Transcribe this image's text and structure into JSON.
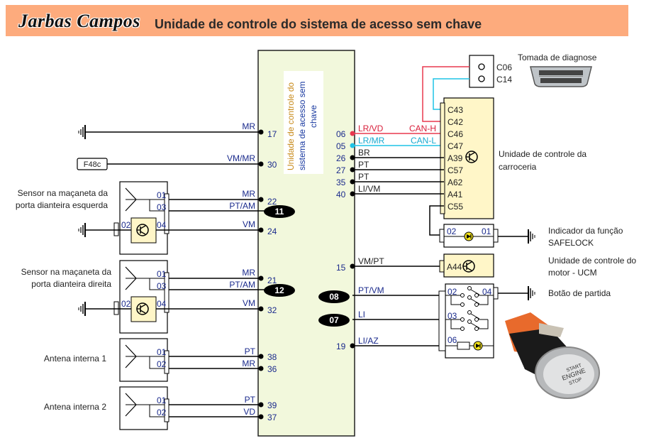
{
  "header": {
    "brand": "Jarbas Campos",
    "title": "Unidade de controle do sistema de acesso sem chave"
  },
  "colors": {
    "banner": "#fdab7d",
    "ecu_fill": "#f2f8dc",
    "module_fill": "#fff6c8",
    "can_h": "#e8384f",
    "can_l": "#1fc3e6",
    "wire": "#000000",
    "label_blue": "#1a2a8c",
    "label_red": "#d81e3a",
    "label_cyan": "#16a9cf",
    "led_yellow": "#f2e21c"
  },
  "ecu": {
    "label_lines": [
      "Unidade de controle do",
      "sistema de acesso sem",
      "chave"
    ]
  },
  "left_wires": [
    {
      "pin": "17",
      "color_code": "MR",
      "source": "ground"
    },
    {
      "pin": "30",
      "color_code": "VM/MR",
      "source": "F48c"
    },
    {
      "pin": "22",
      "color_code": "MR",
      "source": "sensor-left-01"
    },
    {
      "pin": "11",
      "color_code": "PT/AM",
      "source": "sensor-left-03",
      "badge": true
    },
    {
      "pin": "24",
      "color_code": "VM",
      "source": "sensor-left-04"
    },
    {
      "pin": "21",
      "color_code": "MR",
      "source": "sensor-right-01"
    },
    {
      "pin": "12",
      "color_code": "PT/AM",
      "source": "sensor-right-03",
      "badge": true
    },
    {
      "pin": "32",
      "color_code": "VM",
      "source": "sensor-right-04"
    },
    {
      "pin": "38",
      "color_code": "PT",
      "source": "antenna1-01"
    },
    {
      "pin": "36",
      "color_code": "MR",
      "source": "antenna1-02"
    },
    {
      "pin": "39",
      "color_code": "PT",
      "source": "antenna2-01"
    },
    {
      "pin": "37",
      "color_code": "VD",
      "source": "antenna2-02"
    }
  ],
  "fuse": {
    "label": "F48c"
  },
  "components_left": [
    {
      "label_lines": [
        "Sensor na maçaneta da",
        "porta dianteira esquerda"
      ],
      "pins": [
        "01",
        "03",
        "02",
        "04"
      ]
    },
    {
      "label_lines": [
        "Sensor na maçaneta da",
        "porta dianteira direita"
      ],
      "pins": [
        "01",
        "03",
        "02",
        "04"
      ]
    },
    {
      "label": "Antena interna 1",
      "pins": [
        "01",
        "02"
      ]
    },
    {
      "label": "Antena interna 2",
      "pins": [
        "01",
        "02"
      ]
    }
  ],
  "right_wires": [
    {
      "pin": "06",
      "color_code": "LR/VD",
      "bus": "CAN-H",
      "target": "C46"
    },
    {
      "pin": "05",
      "color_code": "LR/MR",
      "bus": "CAN-L",
      "target": "C47"
    },
    {
      "pin": "26",
      "color_code": "BR",
      "target": "A39"
    },
    {
      "pin": "27",
      "color_code": "PT",
      "target": "C57"
    },
    {
      "pin": "35",
      "color_code": "PT",
      "target": "A62"
    },
    {
      "pin": "40",
      "color_code": "LI/VM",
      "target": "A41"
    },
    {
      "pin": "15",
      "color_code": "VM/PT",
      "target": "A44"
    },
    {
      "pin": "08",
      "color_code": "PT/VM",
      "target": "02",
      "badge": true
    },
    {
      "pin": "07",
      "color_code": "LI",
      "target": "03",
      "badge": true
    },
    {
      "pin": "19",
      "color_code": "LI/AZ",
      "target": "06"
    }
  ],
  "diag_socket": {
    "label": "Tomada de diagnose",
    "pins": [
      "C06",
      "C14"
    ]
  },
  "body_unit": {
    "label_lines": [
      "Unidade de controle da",
      "carroceria"
    ],
    "pins": [
      "C43",
      "C42",
      "C46",
      "C47",
      "A39",
      "C57",
      "A62",
      "A41",
      "C55"
    ]
  },
  "safelock": {
    "label_lines": [
      "Indicador da função",
      "SAFELOCK"
    ],
    "pins": [
      "02",
      "01"
    ]
  },
  "engine_unit": {
    "label_lines": [
      "Unidade de controle do",
      "motor - UCM"
    ],
    "pin": "A44"
  },
  "start_button": {
    "label": "Botão de partida",
    "pins": [
      "02",
      "04",
      "03",
      "06"
    ],
    "photo_text": [
      "START",
      "ENGINE",
      "STOP"
    ]
  }
}
